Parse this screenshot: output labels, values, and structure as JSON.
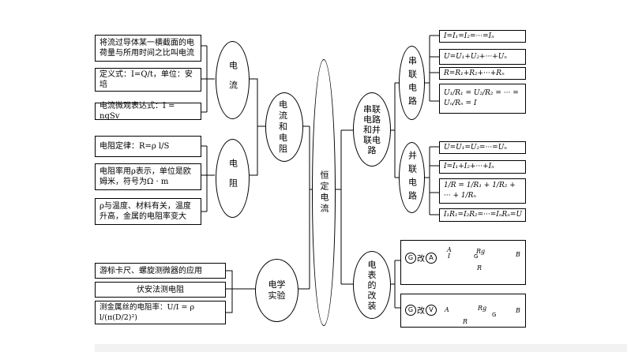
{
  "center": {
    "label": "恒定电流"
  },
  "current_resistance": {
    "label": "电流和电阻",
    "current": {
      "label": "电流",
      "items": [
        "将流过导体某一横截面的电荷量与所用时间之比叫电流",
        "定义式：I=Q/t，单位：安培",
        "电流微观表达式：I = nqSv"
      ]
    },
    "resistance": {
      "label": "电阻",
      "items": [
        "电阻定律：R=ρ l/S",
        "电阻率用ρ表示，单位是欧姆米，符号为Ω · m",
        "ρ与温度、材料有关，温度升高，金属的电阻率变大"
      ]
    }
  },
  "experiment": {
    "label": "电学实验",
    "items": [
      "游标卡尺、螺旋测微器的应用",
      "伏安法测电阻",
      "测金属丝的电阻率：U/I = ρ l/(π(D/2)²)"
    ]
  },
  "circuits": {
    "label": "串联电路和并联电路",
    "series": {
      "label": "串联电路",
      "items": [
        "I=I₁=I₂=···=Iₙ",
        "U=U₁+U₂+···+Uₙ",
        "R=R₁+R₂+···+Rₙ",
        "U₁/R₁ = U₂/R₂ = ··· = Uₙ/Rₙ = I"
      ]
    },
    "parallel": {
      "label": "并联电路",
      "items": [
        "U=U₁=U₂=···=Uₙ",
        "I=I₁+I₂+···+Iₙ",
        "1/R = 1/R₁ + 1/R₂ + ··· + 1/Rₙ",
        "I₁R₁=I₂R₂=···=IₙRₙ=U"
      ]
    }
  },
  "meter": {
    "label": "电表的改装",
    "ammeter": {
      "circle_g": "G",
      "to_text": "改",
      "circle_target": "A",
      "terminal_a": "A",
      "terminal_b": "B",
      "current": "I",
      "r_g": "Rg",
      "r": "R"
    },
    "voltmeter": {
      "circle_g": "G",
      "to_text": "改",
      "circle_target": "V",
      "terminal_a": "A",
      "terminal_b": "B",
      "r_g": "Rg",
      "r": "R"
    }
  }
}
